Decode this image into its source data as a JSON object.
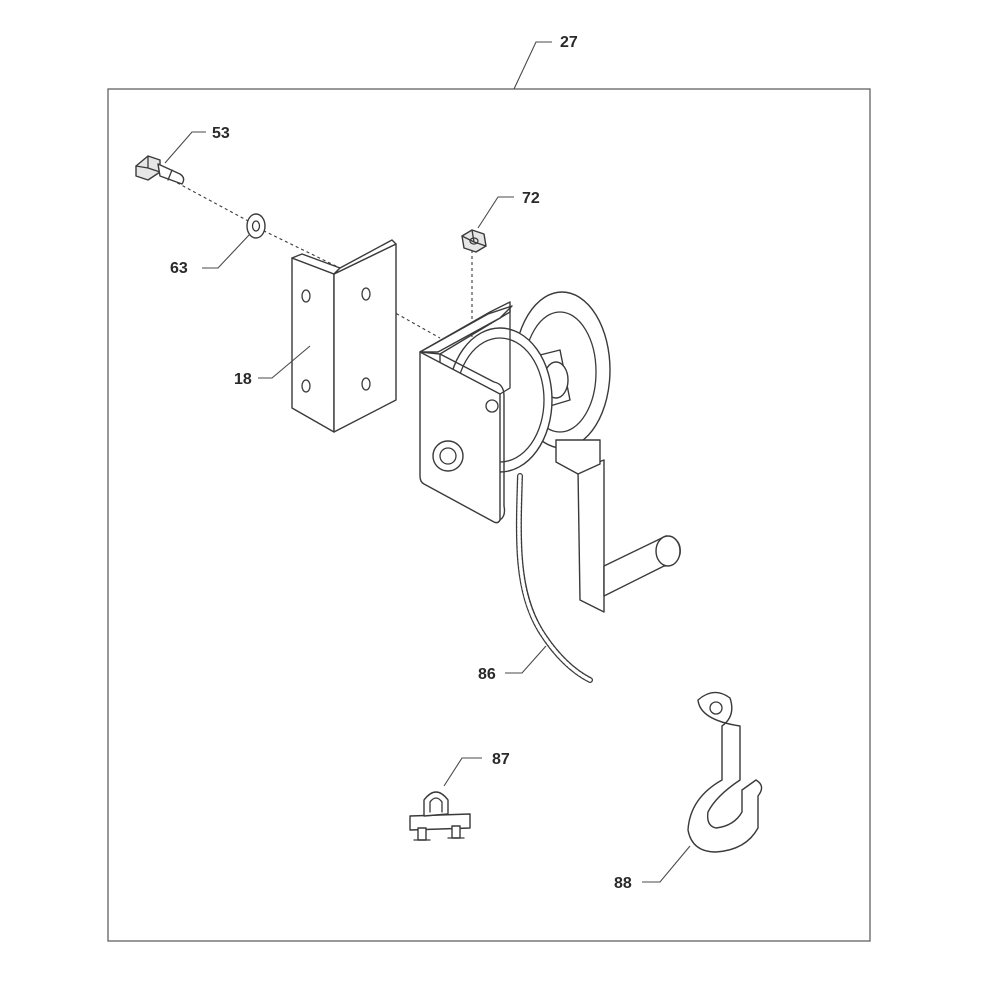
{
  "callouts": {
    "c27": "27",
    "c53": "53",
    "c72": "72",
    "c63": "63",
    "c18": "18",
    "c86": "86",
    "c87": "87",
    "c88": "88"
  },
  "colors": {
    "line": "#3a3a3a",
    "frame": "#555555"
  }
}
